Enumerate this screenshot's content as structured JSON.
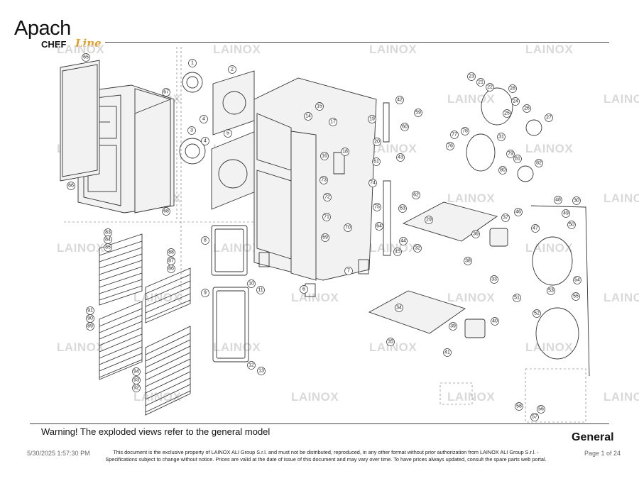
{
  "header": {
    "brand": "Apach",
    "brand_sub": "CHEF",
    "brand_line": "Line"
  },
  "watermark": {
    "text": "LAINOX"
  },
  "diagram": {
    "callouts": [
      "1",
      "2",
      "3",
      "4",
      "4",
      "5",
      "6",
      "7",
      "8",
      "9",
      "10",
      "11",
      "12",
      "13",
      "14",
      "15",
      "16",
      "17",
      "18",
      "19",
      "20",
      "21",
      "22",
      "23",
      "24",
      "25",
      "26",
      "27",
      "28",
      "29",
      "30",
      "31",
      "32",
      "33",
      "34",
      "35",
      "36",
      "37",
      "38",
      "39",
      "40",
      "41",
      "42",
      "43",
      "44",
      "45",
      "46",
      "47",
      "48",
      "49",
      "50",
      "51",
      "52",
      "53",
      "54",
      "55",
      "56",
      "57",
      "58",
      "59",
      "60",
      "61",
      "62",
      "63",
      "64",
      "65",
      "66",
      "67",
      "68",
      "69",
      "70",
      "71",
      "72",
      "73",
      "74",
      "75",
      "76",
      "77",
      "78",
      "79",
      "80",
      "81",
      "82",
      "83",
      "84",
      "85",
      "86",
      "87",
      "88",
      "89",
      "90",
      "91",
      "92",
      "93",
      "94",
      "95"
    ]
  },
  "notice": {
    "warning": "Warning! The exploded views refer to the general model",
    "section_title": "General"
  },
  "footer": {
    "date": "5/30/2025 1:57:30 PM",
    "legal": "This document is the exclusive property of LAINOX ALI Group S.r.l. and must not be distributed, reproduced, in any other format without prior authorization from LAINOX ALI Group S.r.l. - Specifications subject to change without notice. Prices are valid at the date of issue of this document and may vary over time. To have prices always updated, consult the spare parts web portal.",
    "page": "Page 1 of 24"
  }
}
